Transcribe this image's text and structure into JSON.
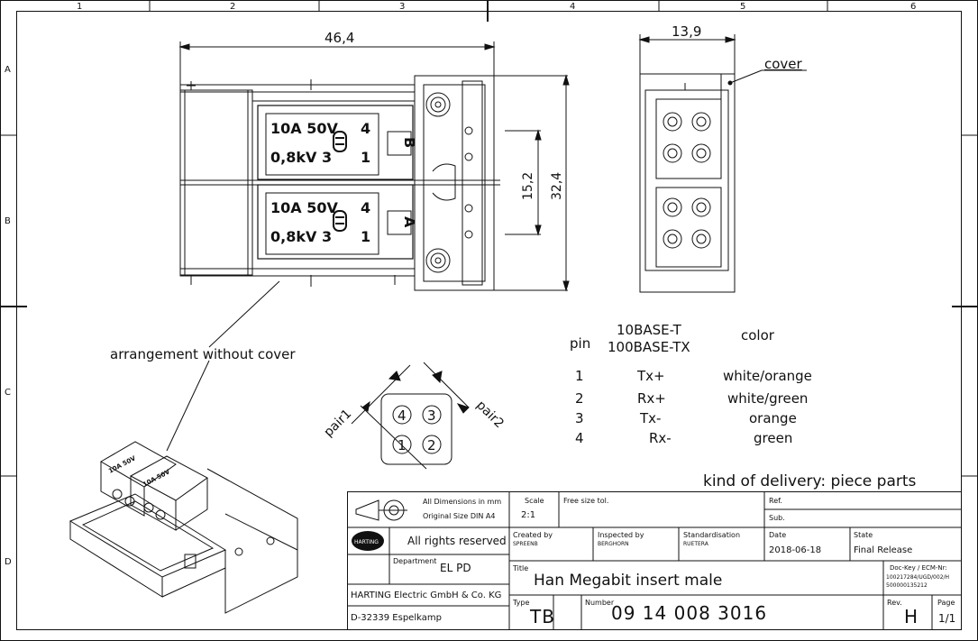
{
  "frame": {
    "columns": [
      "1",
      "2",
      "3",
      "4",
      "5",
      "6"
    ],
    "rows": [
      "A",
      "B",
      "C",
      "D"
    ]
  },
  "front_view": {
    "width_dim": "46,4",
    "height_dim_inner": "15,2",
    "height_dim_outer": "32,4",
    "module_top": {
      "line1": "10A 50V",
      "line2": "0,8kV 3",
      "pin_hi": "4",
      "pin_lo": "1",
      "letter": "B"
    },
    "module_bottom": {
      "line1": "10A 50V",
      "line2": "0,8kV 3",
      "pin_hi": "4",
      "pin_lo": "1",
      "letter": "A"
    }
  },
  "side_view": {
    "width_dim": "13,9",
    "cover_label": "cover"
  },
  "labels": {
    "arrangement": "arrangement without cover",
    "pair1": "pair1",
    "pair2": "pair2",
    "kind_of_delivery": "kind of delivery: piece parts"
  },
  "pinout": {
    "contacts": [
      "4",
      "3",
      "1",
      "2"
    ]
  },
  "pin_table": {
    "header_pin": "pin",
    "header_standard_1": "10BASE-T",
    "header_standard_2": "100BASE-TX",
    "header_color": "color",
    "rows": [
      {
        "pin": "1",
        "signal": "Tx+",
        "color": "white/orange"
      },
      {
        "pin": "2",
        "signal": "Rx+",
        "color": "white/green"
      },
      {
        "pin": "3",
        "signal": "Tx-",
        "color": "orange"
      },
      {
        "pin": "4",
        "signal": "Rx-",
        "color": "green"
      }
    ]
  },
  "title_block": {
    "dims_note_1": "All Dimensions in mm",
    "dims_note_2": "Original Size DIN A4",
    "rights": "All rights reserved",
    "dept_label": "Department",
    "dept_value": "EL PD",
    "company": "HARTING Electric GmbH & Co. KG",
    "address": "D-32339 Espelkamp",
    "logo_text": "HARTING",
    "scale_label": "Scale",
    "scale_value": "2:1",
    "tol_label": "Free size tol.",
    "ref_label": "Ref.",
    "sub_label": "Sub.",
    "created_label": "Created by",
    "created_value": "SPREENB",
    "inspected_label": "Inspected by",
    "inspected_value": "BERGHORN",
    "std_label": "Standardisation",
    "std_value": "RUETERA",
    "date_label": "Date",
    "date_value": "2018-06-18",
    "state_label": "State",
    "state_value": "Final Release",
    "title_label": "Title",
    "title_value": "Han Megabit insert male",
    "dockey_label": "Doc-Key / ECM-Nr:",
    "dockey_value_1": "100217284/UGD/002/H",
    "dockey_value_2": "500000135212",
    "type_label": "Type",
    "type_value": "TB",
    "number_label": "Number",
    "number_value": "09 14 008 3016",
    "rev_label": "Rev.",
    "rev_value": "H",
    "page_label": "Page",
    "page_value": "1/1"
  }
}
